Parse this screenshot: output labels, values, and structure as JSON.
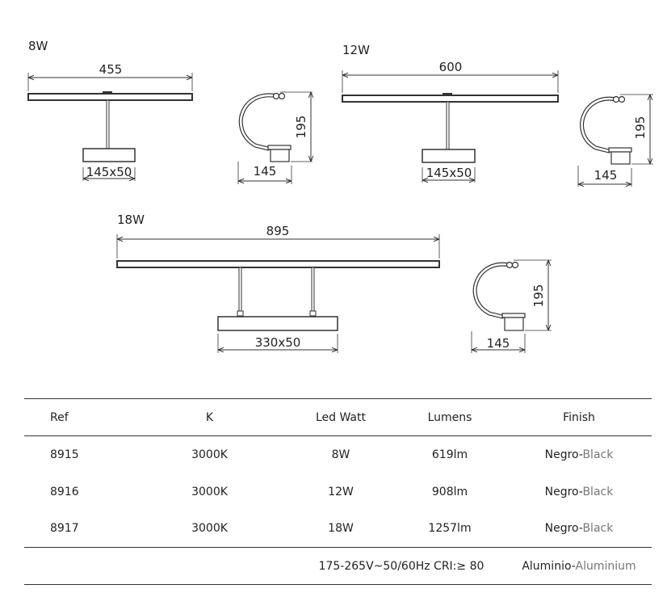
{
  "lamps": {
    "w8": {
      "power": "8W",
      "length": "455",
      "base": "145x50",
      "side_height": "195",
      "side_depth": "145"
    },
    "w12": {
      "power": "12W",
      "length": "600",
      "base": "145x50",
      "side_height": "195",
      "side_depth": "145"
    },
    "w18": {
      "power": "18W",
      "length": "895",
      "base": "330x50",
      "side_height": "195",
      "side_depth": "145"
    }
  },
  "table": {
    "headers": {
      "ref": "Ref",
      "k": "K",
      "watt": "Led Watt",
      "lumens": "Lumens",
      "finish": "Finish"
    },
    "rows": [
      {
        "ref": "8915",
        "k": "3000K",
        "watt": "8W",
        "lumens": "619lm",
        "finish_es": "Negro-",
        "finish_en": "Black"
      },
      {
        "ref": "8916",
        "k": "3000K",
        "watt": "12W",
        "lumens": "908lm",
        "finish_es": "Negro-",
        "finish_en": "Black"
      },
      {
        "ref": "8917",
        "k": "3000K",
        "watt": "18W",
        "lumens": "1257lm",
        "finish_es": "Negro-",
        "finish_en": "Black"
      }
    ],
    "footer": {
      "spec": "175-265V~50/60Hz CRI:≥ 80",
      "finish_es": "Aluminio-",
      "finish_en": "Aluminium"
    }
  }
}
